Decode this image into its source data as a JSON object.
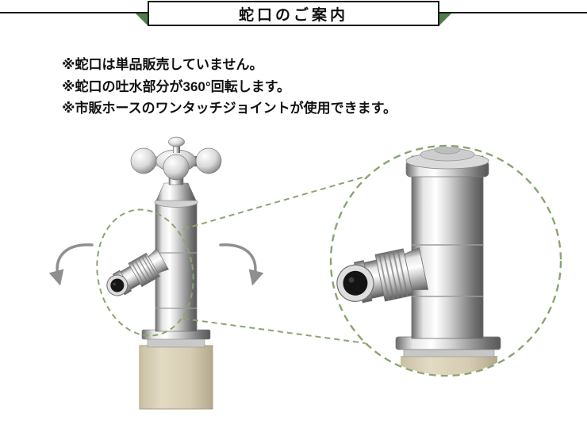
{
  "title_banner": {
    "text": "蛇口のご案内"
  },
  "notes": {
    "items": [
      "※蛇口は単品販売していません。",
      "※蛇口の吐水部分が360°回転します。",
      "※市販ホースのワンタッチジョイントが使用できます。"
    ]
  },
  "colors": {
    "accent_green": "#4e7d49",
    "dash_green": "#8aa471",
    "line_black": "#1a1a1a",
    "arrow_gray": "#8f8f8f",
    "post_beige": "#d6cdb2"
  },
  "icons": {
    "rotation_arrow_left": "curved-rotation-arrow",
    "rotation_arrow_right": "curved-rotation-arrow",
    "magnifier_callout": "dashed-circle-zoom",
    "spout_highlight": "dashed-ellipse"
  }
}
